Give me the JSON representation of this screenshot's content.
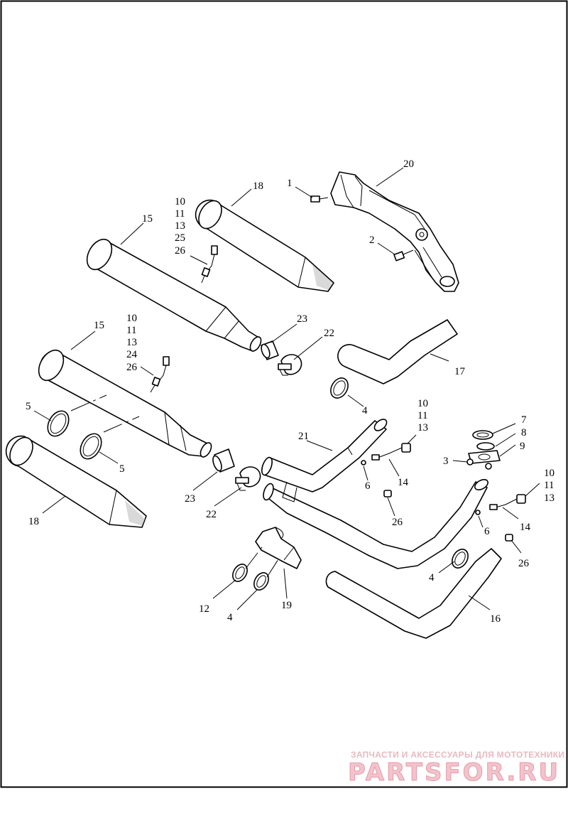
{
  "diagram": {
    "labels": {
      "l1": "1",
      "l2": "2",
      "l3": "3",
      "l4a": "4",
      "l4b": "4",
      "l4c": "4",
      "l5a": "5",
      "l5b": "5",
      "l6a": "6",
      "l6b": "6",
      "l7": "7",
      "l8": "8",
      "l9": "9",
      "l10a": "10",
      "l10b": "10",
      "l10c": "10",
      "l10d": "10",
      "l11a": "11",
      "l11b": "11",
      "l11c": "11",
      "l11d": "11",
      "l12": "12",
      "l13a": "13",
      "l13b": "13",
      "l13c": "13",
      "l13d": "13",
      "l14a": "14",
      "l14b": "14",
      "l15a": "15",
      "l15b": "15",
      "l16": "16",
      "l17": "17",
      "l18a": "18",
      "l18b": "18",
      "l19": "19",
      "l20": "20",
      "l21": "21",
      "l22a": "22",
      "l22b": "22",
      "l23a": "23",
      "l23b": "23",
      "l24": "24",
      "l25": "25",
      "l26a": "26",
      "l26b": "26",
      "l26c": "26",
      "l26d": "26"
    },
    "watermark": {
      "tagline": "ЗАПЧАСТИ И АКСЕССУАРЫ ДЛЯ МОТОТЕХНИКИ",
      "brand": "PARTSFOR.RU"
    }
  }
}
